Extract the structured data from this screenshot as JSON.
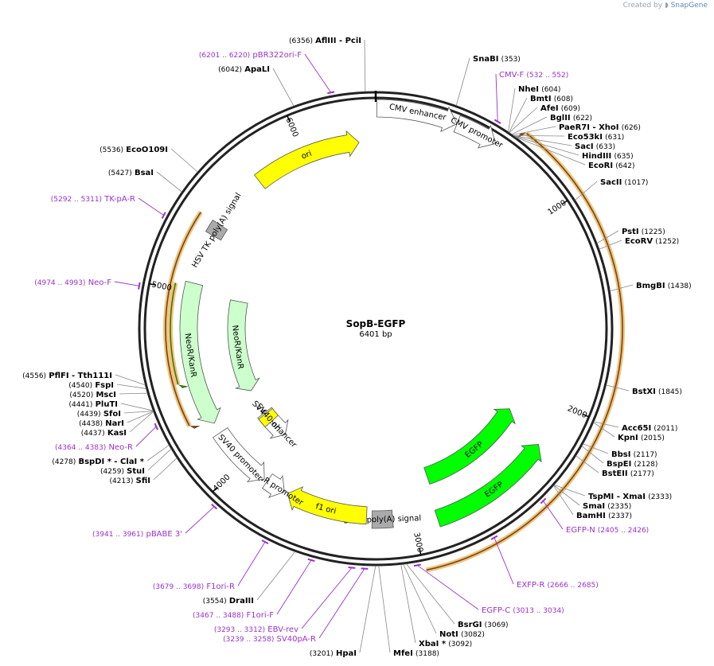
{
  "credit": {
    "prefix": "Created by",
    "brand": "SnapGene"
  },
  "plasmid": {
    "name": "SopB-EGFP",
    "length_label": "6401 bp",
    "length": 6401
  },
  "colors": {
    "primer": "#9932cc",
    "site": "#000000",
    "feature_yellow": "#ffff00",
    "feature_green": "#00ff00",
    "feature_lightgreen": "#ccffcc",
    "feature_gray": "#aaaaaa",
    "orf_orange": "#f5c27a"
  },
  "ticks": [
    "1000",
    "2000",
    "3000",
    "4000",
    "5000",
    "6000"
  ],
  "sites": [
    {
      "name": "SnaBI",
      "pos": "(353)",
      "side": "R"
    },
    {
      "name": "NheI",
      "pos": "(604)",
      "side": "R"
    },
    {
      "name": "BmtI",
      "pos": "(608)",
      "side": "R"
    },
    {
      "name": "AfeI",
      "pos": "(609)",
      "side": "R"
    },
    {
      "name": "BglII",
      "pos": "(622)",
      "side": "R"
    },
    {
      "name": "PaeR7I  - XhoI",
      "pos": "(626)",
      "side": "R"
    },
    {
      "name": "Eco53kI",
      "pos": "(631)",
      "side": "R"
    },
    {
      "name": "SacI",
      "pos": "(633)",
      "side": "R"
    },
    {
      "name": "HindIII",
      "pos": "(635)",
      "side": "R"
    },
    {
      "name": "EcoRI",
      "pos": "(642)",
      "side": "R"
    },
    {
      "name": "SacII",
      "pos": "(1017)",
      "side": "R"
    },
    {
      "name": "PstI",
      "pos": "(1225)",
      "side": "R"
    },
    {
      "name": "EcoRV",
      "pos": "(1252)",
      "side": "R"
    },
    {
      "name": "BmgBI",
      "pos": "(1438)",
      "side": "R"
    },
    {
      "name": "BstXI",
      "pos": "(1845)",
      "side": "R"
    },
    {
      "name": "Acc65I",
      "pos": "(2011)",
      "side": "R"
    },
    {
      "name": "KpnI",
      "pos": "(2015)",
      "side": "R"
    },
    {
      "name": "BbsI",
      "pos": "(2117)",
      "side": "R"
    },
    {
      "name": "BspEI",
      "pos": "(2128)",
      "side": "R"
    },
    {
      "name": "BstEII",
      "pos": "(2177)",
      "side": "R"
    },
    {
      "name": "TspMI  - XmaI",
      "pos": "(2333)",
      "side": "R"
    },
    {
      "name": "SmaI",
      "pos": "(2335)",
      "side": "R"
    },
    {
      "name": "BamHI",
      "pos": "(2337)",
      "side": "R"
    },
    {
      "name": "BsrGI",
      "pos": "(3069)",
      "side": "R"
    },
    {
      "name": "NotI",
      "pos": "(3082)",
      "side": "R"
    },
    {
      "name": "XbaI *",
      "pos": "(3092)",
      "side": "R"
    },
    {
      "name": "MfeI",
      "pos": "(3188)",
      "side": "R"
    },
    {
      "name": "HpaI",
      "pos": "(3201)",
      "side": "L"
    },
    {
      "name": "DraIII",
      "pos": "(3554)",
      "side": "L"
    },
    {
      "name": "SfiI",
      "pos": "(4213)",
      "side": "L"
    },
    {
      "name": "StuI",
      "pos": "(4259)",
      "side": "L"
    },
    {
      "name": "BspDI *  - ClaI *",
      "pos": "(4278)",
      "side": "L"
    },
    {
      "name": "KasI",
      "pos": "(4437)",
      "side": "L"
    },
    {
      "name": "NarI",
      "pos": "(4438)",
      "side": "L"
    },
    {
      "name": "SfoI",
      "pos": "(4439)",
      "side": "L"
    },
    {
      "name": "PluTI",
      "pos": "(4441)",
      "side": "L"
    },
    {
      "name": "MscI",
      "pos": "(4520)",
      "side": "L"
    },
    {
      "name": "FspI",
      "pos": "(4540)",
      "side": "L"
    },
    {
      "name": "PflFI  - Tth111I",
      "pos": "(4556)",
      "side": "L"
    },
    {
      "name": "BsaI",
      "pos": "(5427)",
      "side": "L"
    },
    {
      "name": "EcoO109I",
      "pos": "(5536)",
      "side": "L"
    },
    {
      "name": "ApaLI",
      "pos": "(6042)",
      "side": "L"
    },
    {
      "name": "AflIII  - PciI",
      "pos": "(6356)",
      "side": "L"
    }
  ],
  "primers": [
    {
      "name": "CMV-F",
      "range": "(532 .. 552)",
      "side": "R"
    },
    {
      "name": "EGFP-N",
      "range": "(2405 .. 2426)",
      "side": "R"
    },
    {
      "name": "EXFP-R",
      "range": "(2666 .. 2685)",
      "side": "R"
    },
    {
      "name": "EGFP-C",
      "range": "(3013 .. 3034)",
      "side": "R"
    },
    {
      "name": "SV40pA-R",
      "range": "(3239 .. 3258)",
      "side": "L"
    },
    {
      "name": "EBV-rev",
      "range": "(3293 .. 3312)",
      "side": "L"
    },
    {
      "name": "F1ori-F",
      "range": "(3467 .. 3488)",
      "side": "L"
    },
    {
      "name": "F1ori-R",
      "range": "(3679 .. 3698)",
      "side": "L"
    },
    {
      "name": "pBABE 3'",
      "range": "(3941 .. 3961)",
      "side": "L"
    },
    {
      "name": "Neo-R",
      "range": "(4364 .. 4383)",
      "side": "L"
    },
    {
      "name": "Neo-F",
      "range": "(4974 .. 4993)",
      "side": "L"
    },
    {
      "name": "TK-pA-R",
      "range": "(5292 .. 5311)",
      "side": "L"
    },
    {
      "name": "pBR322ori-F",
      "range": "(6201 .. 6220)",
      "side": "L"
    }
  ],
  "features": [
    {
      "label": "CMV enhancer",
      "start": 5,
      "end": 385,
      "ring": 277,
      "color": "#ffffff",
      "dir": "cw"
    },
    {
      "label": "CMV promoter",
      "start": 385,
      "end": 585,
      "ring": 277,
      "color": "#ffffff",
      "dir": "cw"
    },
    {
      "label": "ori",
      "start": 5720,
      "end": 6310,
      "ring": 235,
      "color": "#ffff00",
      "dir": "cw"
    },
    {
      "label": "EGFP",
      "start": 2150,
      "end": 2860,
      "ring": 196,
      "color": "#00ff00",
      "dir": "ccw"
    },
    {
      "label": "EGFP",
      "start": 2230,
      "end": 2880,
      "ring": 251,
      "color": "#00ff00",
      "dir": "ccw"
    },
    {
      "label": "SV40 poly(A) signal",
      "start": 3110,
      "end": 3220,
      "ring": 240,
      "color": "#aaaaaa",
      "dir": "none"
    },
    {
      "label": "f1 ori",
      "start": 3250,
      "end": 3700,
      "ring": 235,
      "color": "#ffff00",
      "dir": "cw"
    },
    {
      "label": "AmpR promoter",
      "start": 3720,
      "end": 3830,
      "ring": 235,
      "color": "#ffffff",
      "dir": "ccw"
    },
    {
      "label": "SV40 promoter",
      "start": 3850,
      "end": 4200,
      "ring": 235,
      "color": "#ffffff",
      "dir": "ccw"
    },
    {
      "label": "SV40 enhancer",
      "start": 3920,
      "end": 4140,
      "ring": 175,
      "color": "#ffffff",
      "dir": "ccw"
    },
    {
      "label": "SV40 ori",
      "start": 4060,
      "end": 4130,
      "ring": 175,
      "color": "#ffff00",
      "dir": "none"
    },
    {
      "label": "NeoR/KanR",
      "start": 4260,
      "end": 5050,
      "ring": 235,
      "color": "#ccffcc",
      "dir": "ccw"
    },
    {
      "label": "NeoR/KanR",
      "start": 4330,
      "end": 5000,
      "ring": 175,
      "color": "#ccffcc",
      "dir": "ccw"
    },
    {
      "label": "HSV TK poly(A) signal",
      "start": 5330,
      "end": 5400,
      "ring": 235,
      "color": "#aaaaaa",
      "dir": "none"
    }
  ],
  "orfs": [
    {
      "start": 670,
      "end": 2990,
      "ring": 310,
      "dir": "ccw"
    },
    {
      "start": 4310,
      "end": 5400,
      "ring": 264,
      "dir": "ccw"
    },
    {
      "start": 4520,
      "end": 5030,
      "ring": 258,
      "dir": "ccw"
    }
  ]
}
